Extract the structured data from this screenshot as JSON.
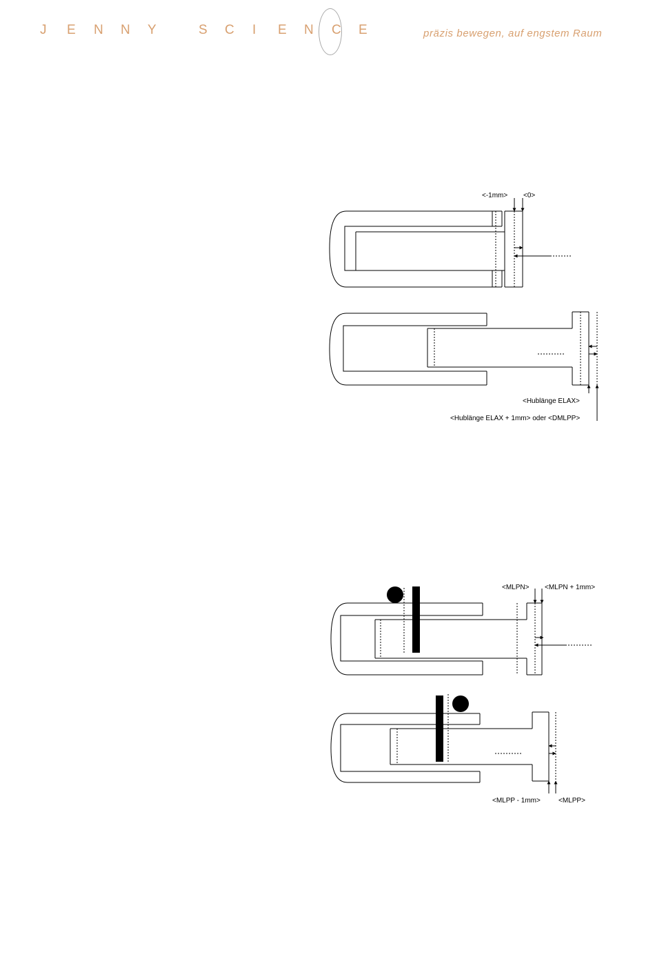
{
  "header": {
    "brand_letters": [
      "J",
      "E",
      "N",
      "N",
      "Y",
      "S",
      "C",
      "I",
      "E",
      "N",
      "C",
      "E"
    ],
    "tagline": "präzis bewegen, auf engstem Raum",
    "colors": {
      "brand": "#d8a070",
      "logo_ring": "#a8a8a8"
    }
  },
  "figure_top": {
    "label_minus_1mm": "<-1mm>",
    "label_zero": "<0>",
    "label_stroke": "<Hublänge ELAX>",
    "label_stroke_plus": "<Hublänge ELAX + 1mm> oder <DMLPP>"
  },
  "figure_bottom": {
    "label_mlpn": "<MLPN>",
    "label_mlpn_plus": "<MLPN + 1mm>",
    "label_mlpp_minus": "<MLPP - 1mm>",
    "label_mlpp": "<MLPP>"
  }
}
